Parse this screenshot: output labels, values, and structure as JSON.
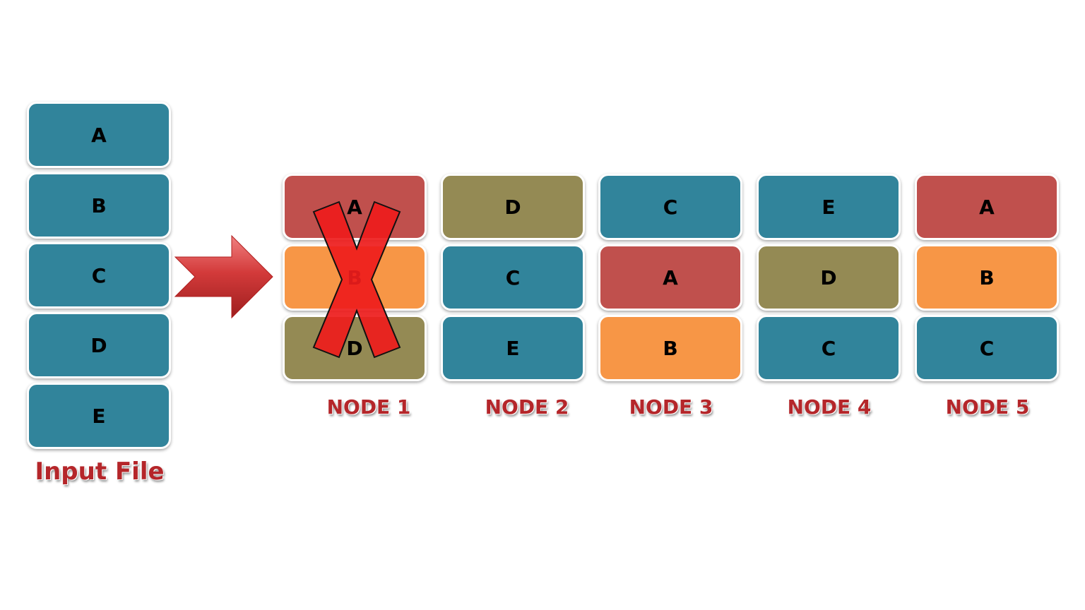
{
  "colors": {
    "teal": "#31849b",
    "red": "#c0504d",
    "orange": "#f79646",
    "olive": "#948a54",
    "label_red": "#b5262a",
    "x_red": "#ee1c1c"
  },
  "input_file": {
    "label": "Input File",
    "blocks": [
      {
        "text": "A",
        "color": "teal"
      },
      {
        "text": "B",
        "color": "teal"
      },
      {
        "text": "C",
        "color": "teal"
      },
      {
        "text": "D",
        "color": "teal"
      },
      {
        "text": "E",
        "color": "teal"
      }
    ]
  },
  "arrow_icon": "right-arrow-icon",
  "nodes": [
    {
      "label": "NODE 1",
      "failed": true,
      "blocks": [
        {
          "text": "A",
          "color": "red"
        },
        {
          "text": "B",
          "color": "orange"
        },
        {
          "text": "D",
          "color": "olive"
        }
      ]
    },
    {
      "label": "NODE 2",
      "failed": false,
      "blocks": [
        {
          "text": "D",
          "color": "olive"
        },
        {
          "text": "C",
          "color": "teal"
        },
        {
          "text": "E",
          "color": "teal"
        }
      ]
    },
    {
      "label": "NODE 3",
      "failed": false,
      "blocks": [
        {
          "text": "C",
          "color": "teal"
        },
        {
          "text": "A",
          "color": "red"
        },
        {
          "text": "B",
          "color": "orange"
        }
      ]
    },
    {
      "label": "NODE 4",
      "failed": false,
      "blocks": [
        {
          "text": "E",
          "color": "teal"
        },
        {
          "text": "D",
          "color": "olive"
        },
        {
          "text": "C",
          "color": "teal"
        }
      ]
    },
    {
      "label": "NODE 5",
      "failed": false,
      "blocks": [
        {
          "text": "A",
          "color": "red"
        },
        {
          "text": "B",
          "color": "orange"
        },
        {
          "text": "C",
          "color": "teal"
        }
      ]
    }
  ],
  "failure_icon": "red-x-icon"
}
